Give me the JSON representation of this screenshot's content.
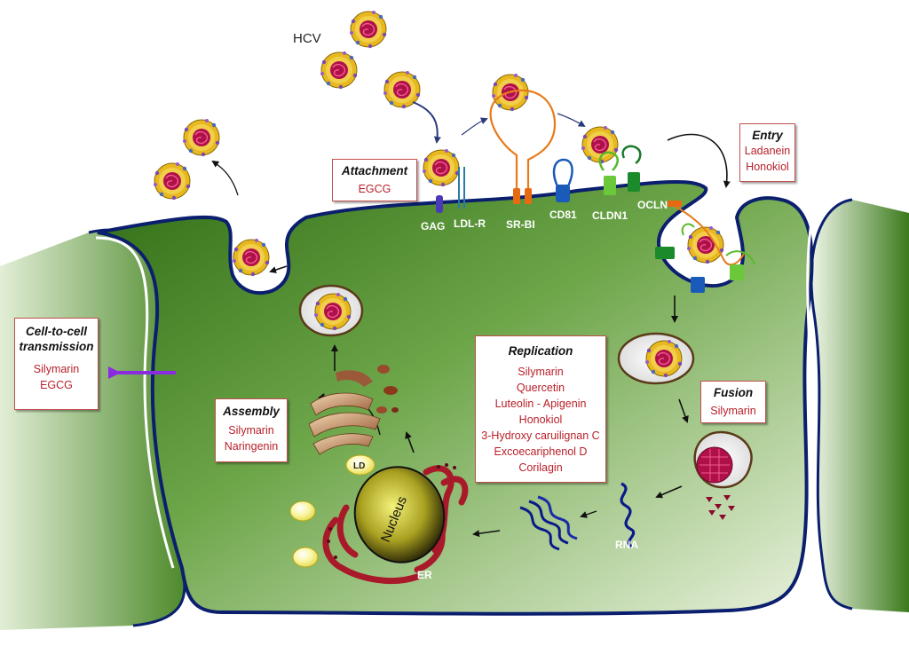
{
  "virus_label": "HCV",
  "receptors": {
    "gag": "GAG",
    "ldlr": "LDL-R",
    "srbi": "SR-BI",
    "cd81": "CD81",
    "cldn1": "CLDN1",
    "ocln": "OCLN"
  },
  "organelles": {
    "ld": "LD",
    "nucleus": "Nucleus",
    "er": "ER",
    "rna": "RNA"
  },
  "boxes": {
    "attachment": {
      "title": "Attachment",
      "items": [
        "EGCG"
      ]
    },
    "entry": {
      "title": "Entry",
      "items": [
        "Ladanein",
        "Honokiol"
      ]
    },
    "cell_to_cell": {
      "title_line1": "Cell-to-cell",
      "title_line2": "transmission",
      "items": [
        "Silymarin",
        "EGCG"
      ]
    },
    "replication": {
      "title": "Replication",
      "items": [
        "Silymarin",
        "Quercetin",
        "Luteolin - Apigenin",
        "Honokiol",
        "3-Hydroxy caruilignan C",
        "Excoecariphenol D",
        "Corilagin"
      ]
    },
    "fusion": {
      "title": "Fusion",
      "items": [
        "Silymarin"
      ]
    },
    "assembly": {
      "title": "Assembly",
      "items": [
        "Silymarin",
        "Naringenin"
      ]
    }
  },
  "colors": {
    "cell_dark": "#2d6a12",
    "cell_light": "#e6f0da",
    "membrane": "#0b1f6e",
    "box_border": "#c0504d",
    "inhibitor_text": "#b8202a",
    "transmission_arrow": "#8a2be2",
    "virion_shell": "#e8b820",
    "virion_core": "#b0104a"
  },
  "icons": [
    "virion-icon",
    "receptor-icon",
    "golgi-icon",
    "nucleus-icon",
    "er-icon",
    "rna-icon",
    "lipid-droplet-icon",
    "arrow-icon"
  ]
}
